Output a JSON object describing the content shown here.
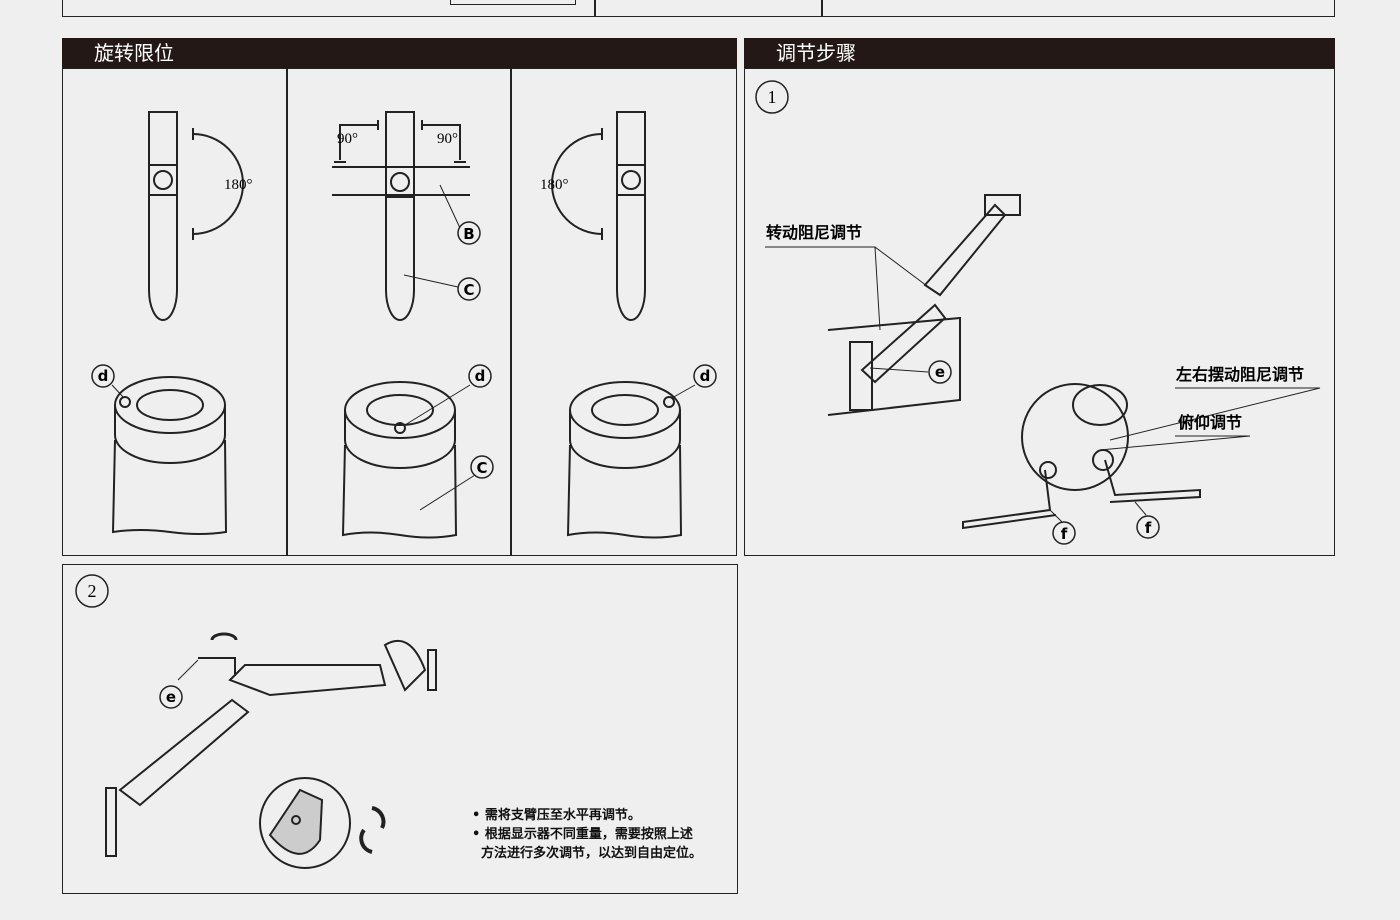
{
  "sections": {
    "rotation_limit": {
      "title": "旋转限位"
    },
    "adjust_steps": {
      "title": "调节步骤"
    }
  },
  "labels": {
    "deg180": "180°",
    "deg90": "90°",
    "B": "B",
    "C": "C",
    "d": "d",
    "e": "e",
    "f": "f",
    "step1": "1",
    "step2": "2",
    "rotation_damping": "转动阻尼调节",
    "swing_damping": "左右摆动阻尼调节",
    "tilt_adjust": "俯仰调节"
  },
  "notes": [
    "• 需将支臂压至水平再调节。",
    "• 根据显示器不同重量，需要按照上述",
    "  方法进行多次调节，以达到自由定位。"
  ],
  "colors": {
    "header_bg": "#231815",
    "page_bg": "#efefef",
    "line": "#222222"
  }
}
